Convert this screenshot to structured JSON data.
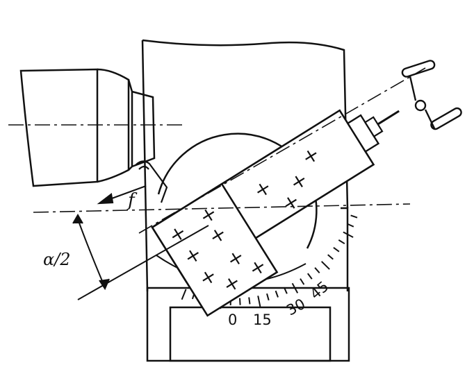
{
  "figure": {
    "labels": {
      "feed": "f",
      "angle": "α/2"
    },
    "scale_marks": [
      "0",
      "15",
      "30",
      "45"
    ],
    "colors": {
      "ink": "#111111",
      "background": "#ffffff"
    }
  }
}
